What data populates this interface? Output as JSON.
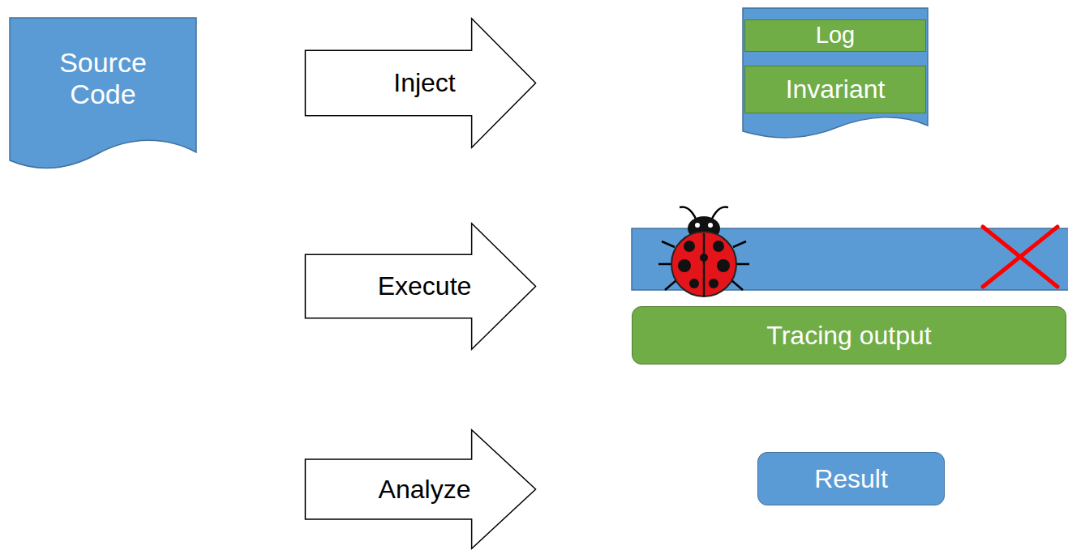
{
  "diagram": {
    "nodes": [
      {
        "text": [
          "Source Code"
        ]
      },
      {
        "text": [
          "Inject"
        ]
      },
      {
        "text": [
          "Log"
        ]
      },
      {
        "text": [
          "Invariant"
        ]
      },
      {
        "text": [
          "Execute"
        ]
      },
      {
        "text": [
          "Tracing output"
        ]
      },
      {
        "text": [
          "Analyze"
        ]
      },
      {
        "text": [
          "Result"
        ]
      }
    ]
  }
}
